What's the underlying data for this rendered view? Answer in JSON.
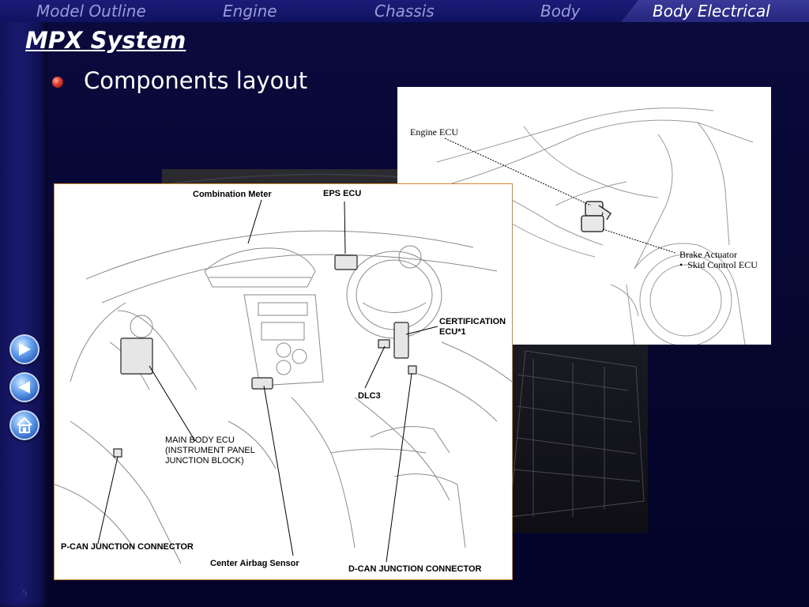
{
  "nav": {
    "tabs": [
      {
        "label": "Model Outline"
      },
      {
        "label": "Engine"
      },
      {
        "label": "Chassis"
      },
      {
        "label": "Body"
      },
      {
        "label": "Body Electrical"
      }
    ]
  },
  "slide": {
    "title": "MPX System",
    "bullet": "Components layout",
    "page_number": "5"
  },
  "figure_engine": {
    "engine_ecu": "Engine ECU",
    "brake_actuator": "Brake Actuator",
    "skid_control_ecu": "Skid Control ECU"
  },
  "figure_interior": {
    "combination_meter": "Combination Meter",
    "eps_ecu": "EPS ECU",
    "certification_ecu_1": "CERTIFICATION",
    "certification_ecu_2": "ECU*1",
    "dlc3": "DLC3",
    "main_body_ecu_1": "MAIN BODY ECU",
    "main_body_ecu_2": "(INSTRUMENT PANEL",
    "main_body_ecu_3": "JUNCTION BLOCK)",
    "p_can": "P-CAN JUNCTION CONNECTOR",
    "center_airbag": "Center Airbag Sensor",
    "d_can": "D-CAN JUNCTION CONNECTOR"
  },
  "icons": {
    "next": "next-arrow-icon",
    "prev": "previous-arrow-icon",
    "home": "home-icon"
  }
}
